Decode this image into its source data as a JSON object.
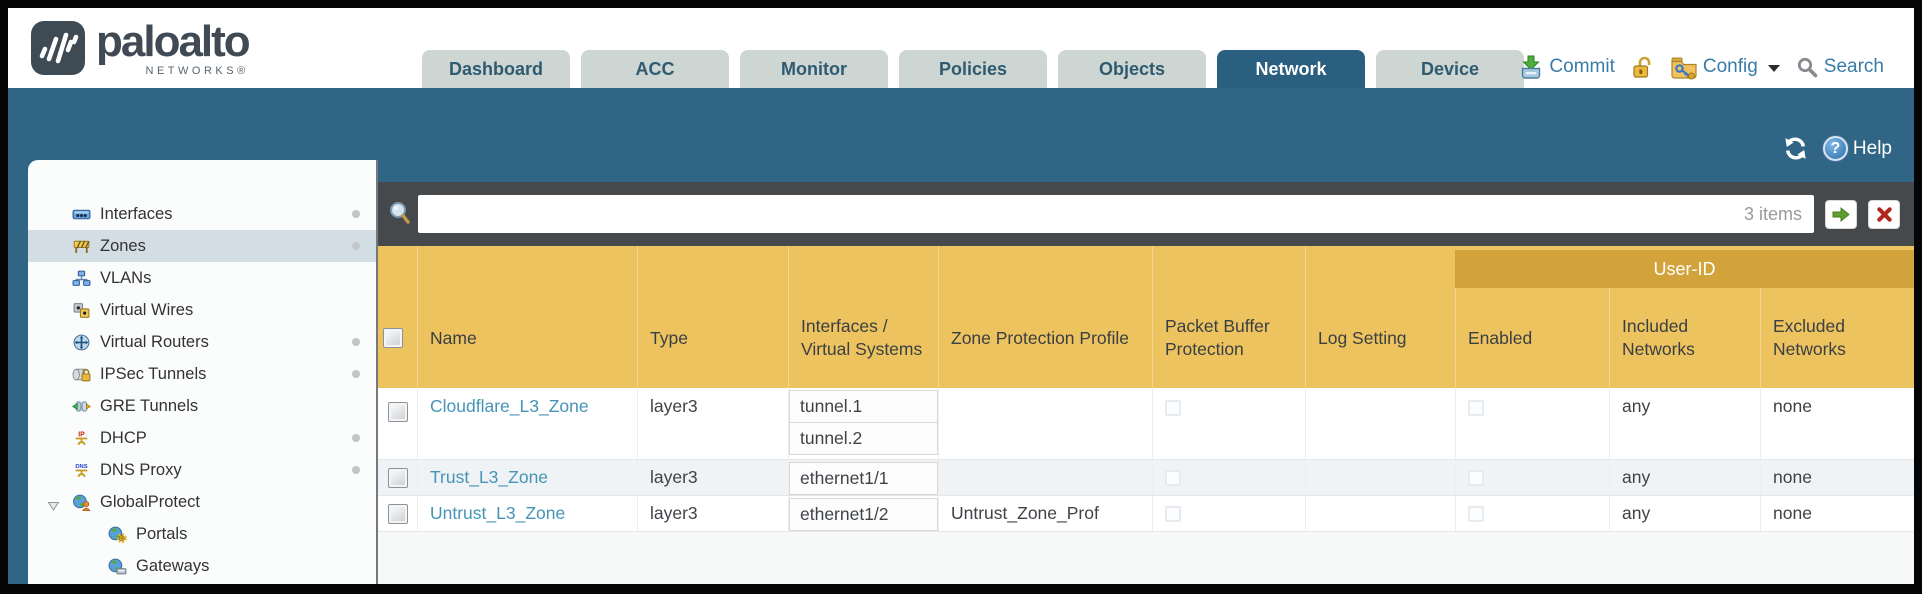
{
  "brand": {
    "wordmark": "paloalto",
    "sub": "NETWORKS®"
  },
  "nav_tabs": [
    {
      "label": "Dashboard"
    },
    {
      "label": "ACC"
    },
    {
      "label": "Monitor"
    },
    {
      "label": "Policies"
    },
    {
      "label": "Objects"
    },
    {
      "label": "Network",
      "active": true
    },
    {
      "label": "Device"
    }
  ],
  "top_actions": {
    "commit": "Commit",
    "config": "Config",
    "search": "Search"
  },
  "band": {
    "help_label": "Help"
  },
  "sidebar": {
    "items": [
      {
        "label": "Interfaces",
        "icon": "interfaces-icon",
        "dot": true
      },
      {
        "label": "Zones",
        "icon": "zones-icon",
        "dot": true,
        "selected": true
      },
      {
        "label": "VLANs",
        "icon": "vlans-icon"
      },
      {
        "label": "Virtual Wires",
        "icon": "virtual-wires-icon"
      },
      {
        "label": "Virtual Routers",
        "icon": "virtual-routers-icon",
        "dot": true
      },
      {
        "label": "IPSec Tunnels",
        "icon": "ipsec-tunnels-icon",
        "dot": true
      },
      {
        "label": "GRE Tunnels",
        "icon": "gre-tunnels-icon"
      },
      {
        "label": "DHCP",
        "icon": "dhcp-icon",
        "dot": true
      },
      {
        "label": "DNS Proxy",
        "icon": "dns-proxy-icon",
        "dot": true
      },
      {
        "label": "GlobalProtect",
        "icon": "globalprotect-icon",
        "expandable": true
      },
      {
        "label": "Portals",
        "icon": "portals-icon",
        "indent": true
      },
      {
        "label": "Gateways",
        "icon": "gateways-icon",
        "indent": true
      }
    ]
  },
  "filter_bar": {
    "value": "",
    "results_count": "3 items"
  },
  "table": {
    "group_header": "User-ID",
    "columns": {
      "name": "Name",
      "type": "Type",
      "interfaces": "Interfaces / Virtual Systems",
      "zone_protection_profile": "Zone Protection Profile",
      "packet_buffer_protection": "Packet Buffer Protection",
      "log_setting": "Log Setting",
      "enabled": "Enabled",
      "included_networks": "Included Networks",
      "excluded_networks": "Excluded Networks"
    },
    "rows": [
      {
        "name": "Cloudflare_L3_Zone",
        "type": "layer3",
        "interfaces": [
          "tunnel.1",
          "tunnel.2"
        ],
        "zone_protection_profile": "",
        "log_setting": "",
        "included_networks": "any",
        "excluded_networks": "none"
      },
      {
        "name": "Trust_L3_Zone",
        "type": "layer3",
        "interfaces": [
          "ethernet1/1"
        ],
        "zone_protection_profile": "",
        "log_setting": "",
        "included_networks": "any",
        "excluded_networks": "none"
      },
      {
        "name": "Untrust_L3_Zone",
        "type": "layer3",
        "interfaces": [
          "ethernet1/2"
        ],
        "zone_protection_profile": "Untrust_Zone_Prof",
        "log_setting": "",
        "included_networks": "any",
        "excluded_networks": "none"
      }
    ]
  },
  "colors": {
    "teal_band": "#316586",
    "active_tab": "#2b5f80",
    "header_amber": "#edc35f",
    "user_id_band": "#d2a33b",
    "toolbar_charcoal": "#46494c",
    "link_blue": "#4694b6",
    "selected_nav": "#d3dee4"
  }
}
